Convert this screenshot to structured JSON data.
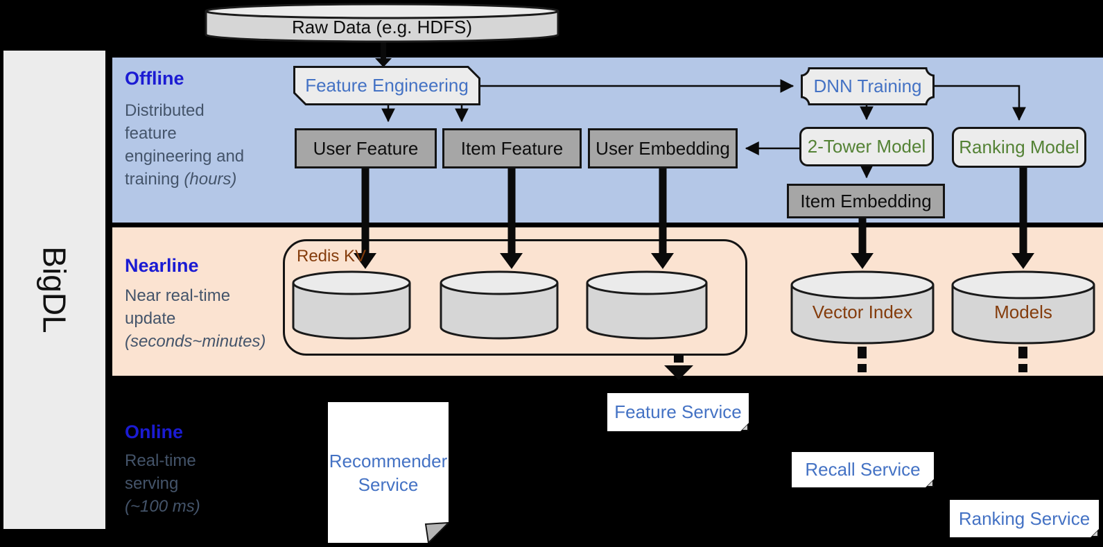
{
  "brand": {
    "name": "BigDL"
  },
  "raw_data": {
    "label": "Raw Data (e.g. HDFS)"
  },
  "sections": {
    "offline": {
      "title": "Offline",
      "desc1": "Distributed",
      "desc2": "feature",
      "desc3": "engineering and",
      "desc4": "training ",
      "desc4_italic": "(hours)"
    },
    "nearline": {
      "title": "Nearline",
      "desc1": "Near real-time",
      "desc2": "update",
      "desc3_italic": "(seconds~minutes)"
    },
    "online": {
      "title": "Online",
      "desc1": "Real-time",
      "desc2": "serving",
      "desc3_italic": "(~100 ms)"
    }
  },
  "nodes": {
    "feature_engineering": "Feature Engineering",
    "dnn_training": "DNN Training",
    "user_feature": "User Feature",
    "item_feature": "Item Feature",
    "user_embedding": "User Embedding",
    "two_tower_model": "2-Tower Model",
    "ranking_model": "Ranking Model",
    "item_embedding": "Item Embedding",
    "redis_kv": "Redis KV",
    "vector_index": "Vector Index",
    "models": "Models",
    "recommender_service": "Recommender Service",
    "feature_service": "Feature Service",
    "recall_service": "Recall Service",
    "ranking_service": "Ranking Service"
  },
  "colors": {
    "background": "#000000",
    "band_offline": "#b4c7e7",
    "band_nearline": "#fbe3d1",
    "section_title_blue": "#1b1bd3",
    "section_desc_gray": "#44546a",
    "node_label_blue": "#4472c4",
    "model_label_green": "#548235",
    "storage_label_brown": "#843c0c",
    "gray_box_fill": "#a6a6a6",
    "light_box_fill": "#ececec",
    "cylinder_fill": "#d6d6d6",
    "sidebar_fill": "#ececec"
  }
}
